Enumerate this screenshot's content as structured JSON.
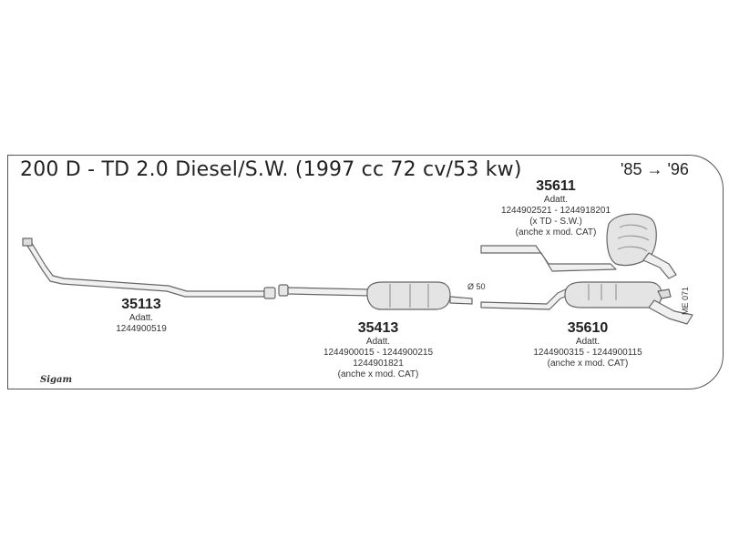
{
  "header": {
    "title": "200 D - TD 2.0 Diesel/S.W. (1997 cc 72 cv/53 kw)",
    "years": "'85 → '96"
  },
  "parts": [
    {
      "number": "35113",
      "lines": [
        "Adatt.",
        "1244900519"
      ]
    },
    {
      "number": "35413",
      "lines": [
        "Adatt.",
        "1244900015 - 1244900215",
        "1244901821",
        "(anche x mod. CAT)"
      ]
    },
    {
      "number": "35611",
      "lines": [
        "Adatt.",
        "1244902521 - 1244918201",
        "(x TD - S.W.)",
        "(anche x mod. CAT)"
      ]
    },
    {
      "number": "35610",
      "lines": [
        "Adatt.",
        "1244900315 - 1244900115",
        "(anche x mod. CAT)"
      ]
    }
  ],
  "annotations": {
    "diameter": "Ø 50",
    "drawing_code": "ME 071",
    "logo": "Sigam"
  }
}
